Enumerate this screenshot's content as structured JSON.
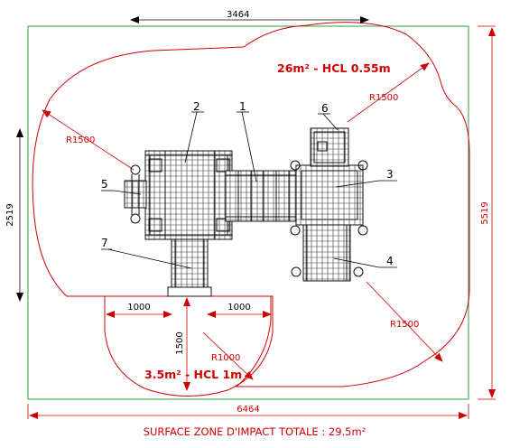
{
  "dimensions": {
    "top_width": "3464",
    "left_height": "2519",
    "right_height": "5519",
    "bottom_width": "6464",
    "offset_left": "1000",
    "offset_right": "1000",
    "offset_down": "1500"
  },
  "radii": {
    "top_right": "R1500",
    "left": "R1500",
    "bottom_right": "R1500",
    "small": "R1000"
  },
  "zones": {
    "main": "26m² - HCL 0.55m",
    "small": "3.5m² - HCL 1m"
  },
  "parts": [
    "1",
    "2",
    "3",
    "4",
    "5",
    "6",
    "7"
  ],
  "caption": "SURFACE ZONE D'IMPACT TOTALE : 29.5m²",
  "colors": {
    "impact_zone": "#d00000",
    "boundary": "#2e9e3e",
    "lines": "#000000"
  }
}
